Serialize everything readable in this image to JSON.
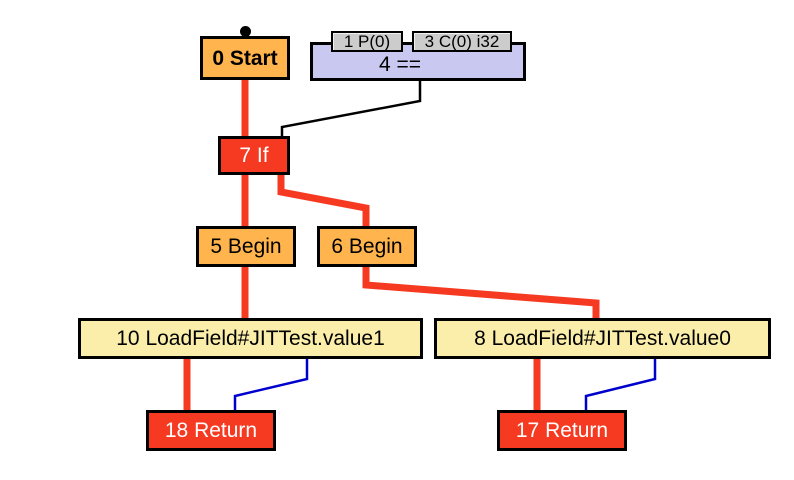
{
  "graph": {
    "title": "compiler-ir-graph",
    "background": "#ffffff",
    "colors": {
      "start_fill": "#ffb44d",
      "begin_fill": "#ffb44d",
      "control_fill": "#f63a22",
      "data_fill": "#faeeaa",
      "compound_fill": "#c8c8f0",
      "chip_fill": "#cccccc",
      "border": "#000000",
      "control_edge": "#f63a22",
      "data_edge": "#0000cc",
      "value_edge": "#000000"
    },
    "nodes": [
      {
        "id": "0",
        "label": "0 Start",
        "type": "start"
      },
      {
        "id": "4",
        "label": "4 ==",
        "type": "compound"
      },
      {
        "id": "1",
        "label": "1 P(0)",
        "type": "chip"
      },
      {
        "id": "3",
        "label": "3 C(0) i32",
        "type": "chip"
      },
      {
        "id": "7",
        "label": "7 If",
        "type": "control"
      },
      {
        "id": "5",
        "label": "5 Begin",
        "type": "begin"
      },
      {
        "id": "6",
        "label": "6 Begin",
        "type": "begin"
      },
      {
        "id": "10",
        "label": "10 LoadField#JITTest.value1",
        "type": "data"
      },
      {
        "id": "8",
        "label": "8 LoadField#JITTest.value0",
        "type": "data"
      },
      {
        "id": "18",
        "label": "18 Return",
        "type": "control"
      },
      {
        "id": "17",
        "label": "17 Return",
        "type": "control"
      }
    ],
    "edges": [
      {
        "from": "0",
        "to": "7",
        "kind": "control"
      },
      {
        "from": "4",
        "to": "7",
        "kind": "value"
      },
      {
        "from": "7",
        "to": "5",
        "kind": "control"
      },
      {
        "from": "7",
        "to": "6",
        "kind": "control"
      },
      {
        "from": "5",
        "to": "10",
        "kind": "control"
      },
      {
        "from": "6",
        "to": "8",
        "kind": "control"
      },
      {
        "from": "10",
        "to": "18",
        "kind": "control"
      },
      {
        "from": "10",
        "to": "18",
        "kind": "data"
      },
      {
        "from": "8",
        "to": "17",
        "kind": "control"
      },
      {
        "from": "8",
        "to": "17",
        "kind": "data"
      }
    ]
  }
}
